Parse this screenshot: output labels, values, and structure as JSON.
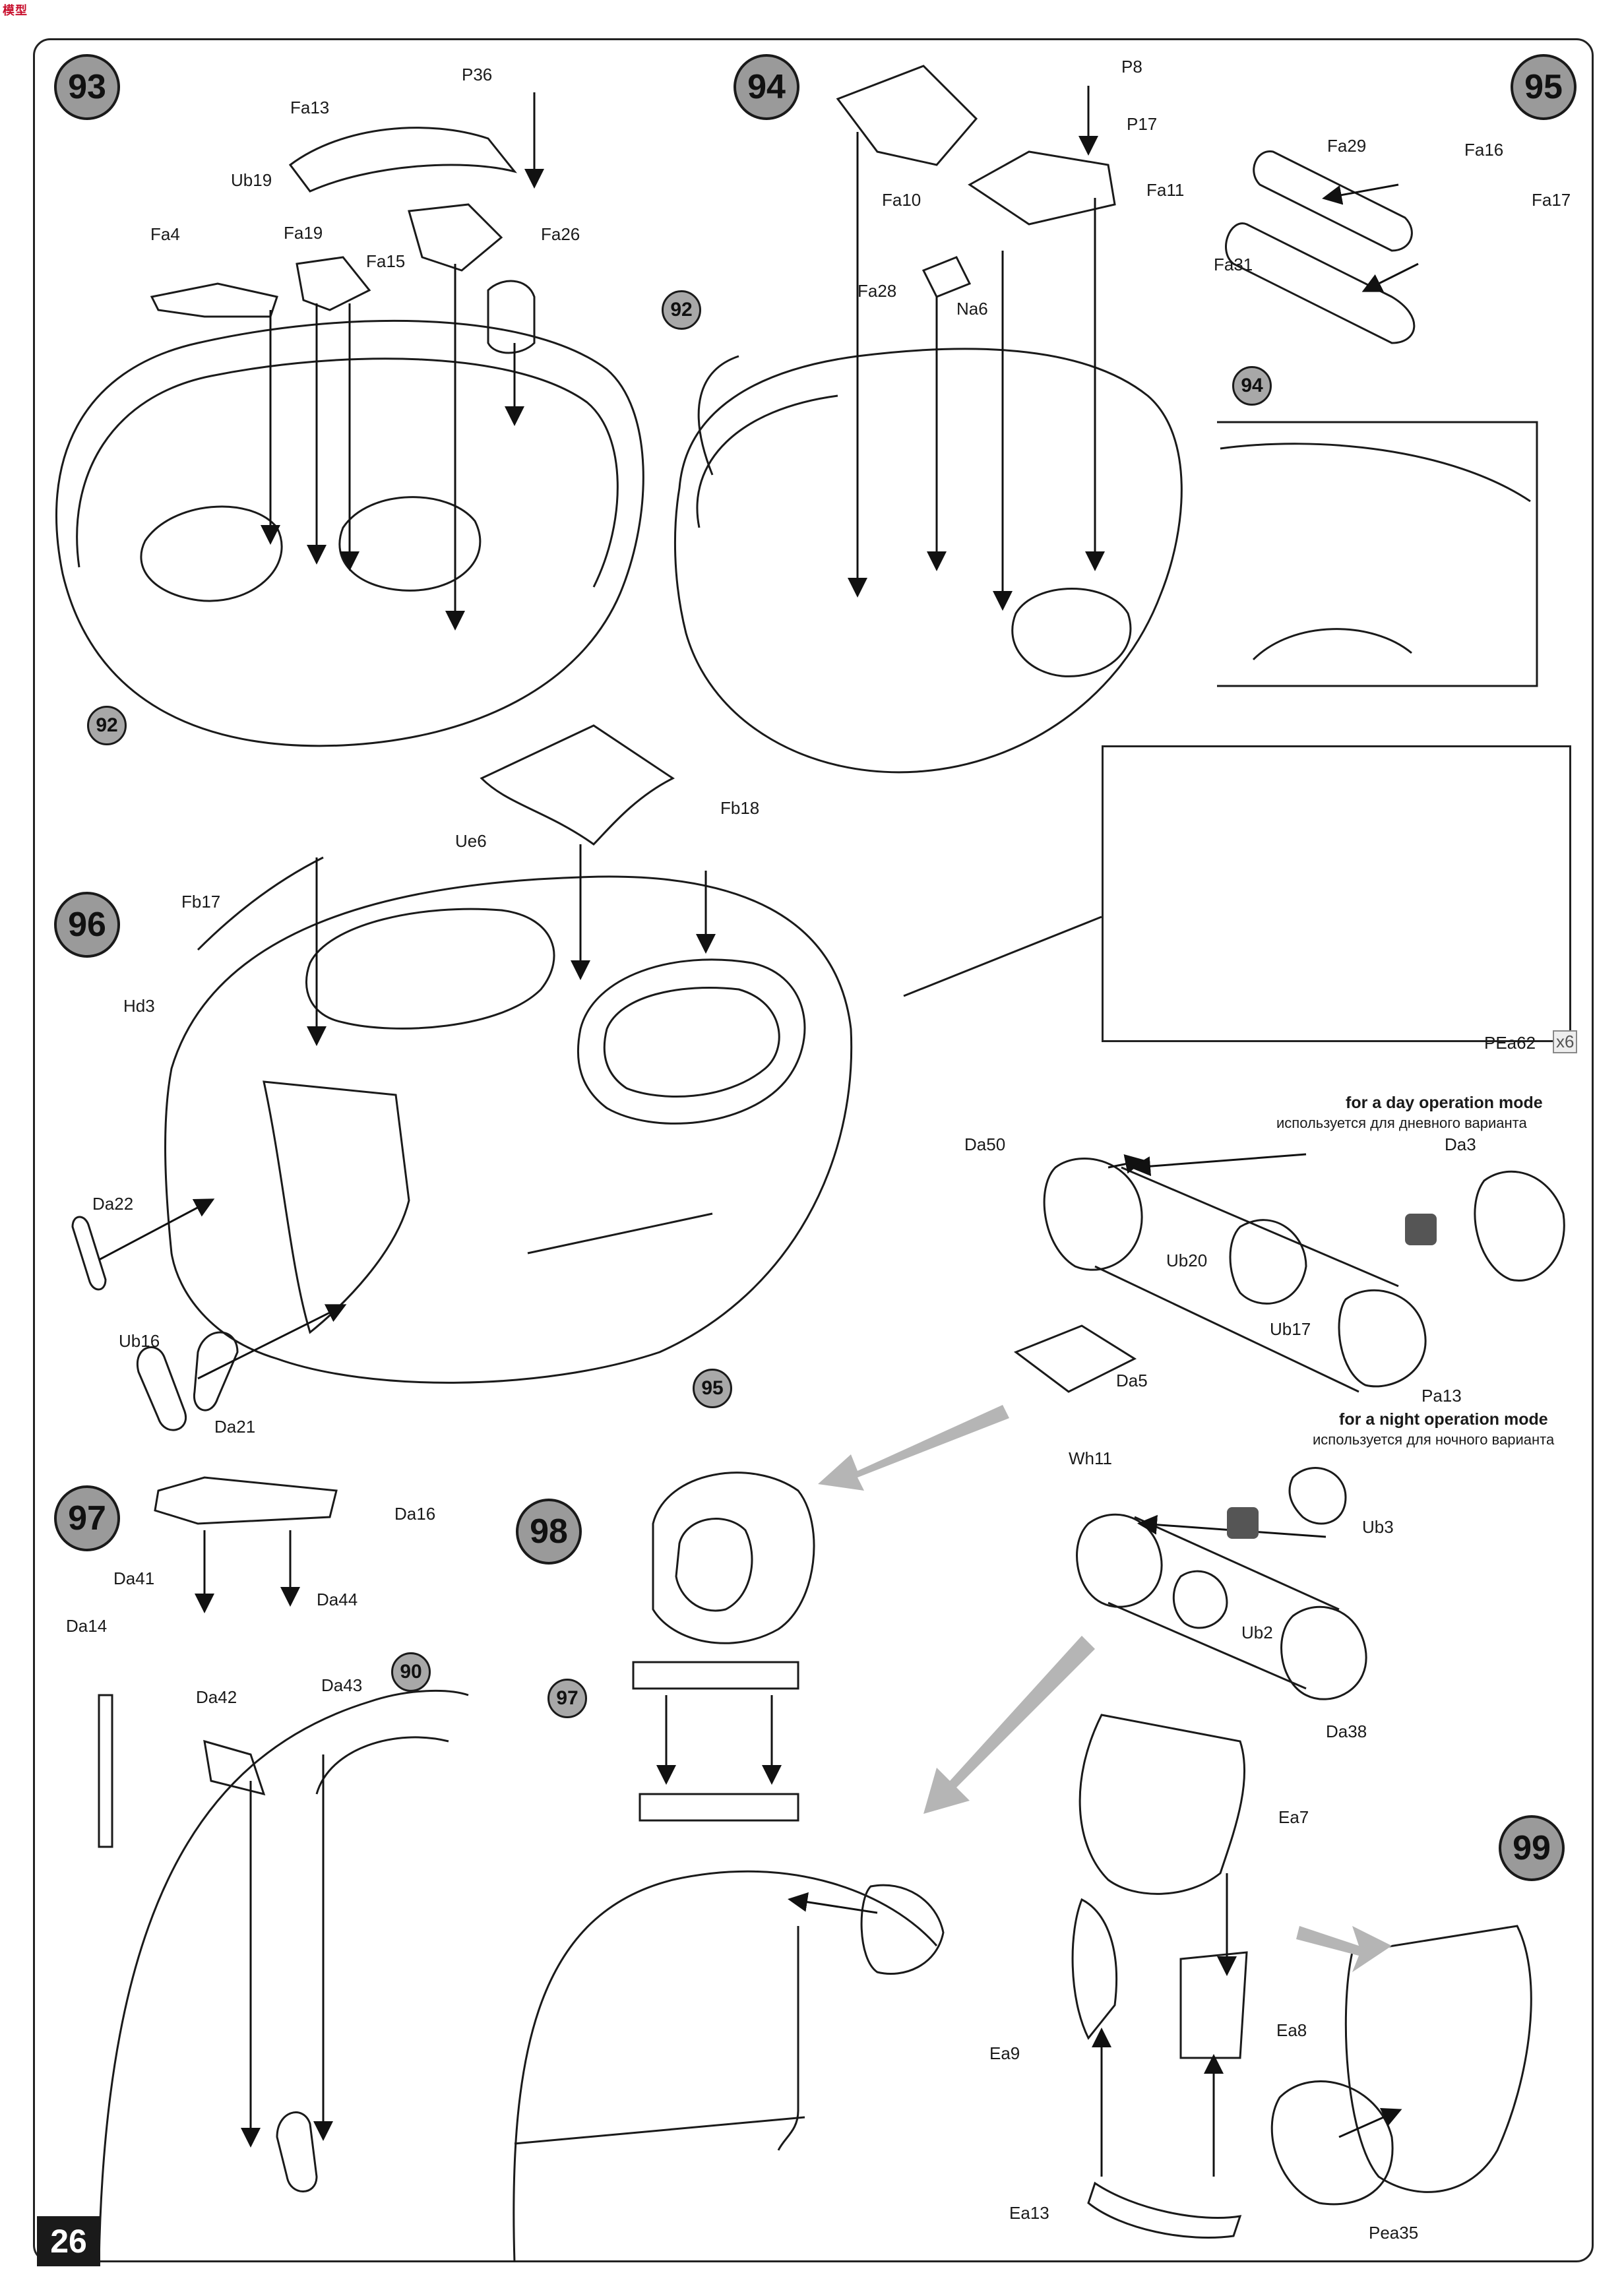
{
  "header": {
    "logo_line1": "模型",
    "logo_line2": ""
  },
  "page": {
    "number": "26"
  },
  "steps": {
    "s93": "93",
    "s94": "94",
    "s95": "95",
    "s96": "96",
    "s97": "97",
    "s98": "98",
    "s99": "99"
  },
  "refs": {
    "r92a": "92",
    "r92b": "92",
    "r94": "94",
    "r95": "95",
    "r90": "90",
    "r97": "97"
  },
  "labels": {
    "P36": "P36",
    "Fa13": "Fa13",
    "Ub19": "Ub19",
    "Fa4": "Fa4",
    "Fa19": "Fa19",
    "Fa15": "Fa15",
    "Fa26": "Fa26",
    "P8": "P8",
    "P17": "P17",
    "Fa10": "Fa10",
    "Fa11": "Fa11",
    "Fa28": "Fa28",
    "Na6": "Na6",
    "Fa29": "Fa29",
    "Fa16": "Fa16",
    "Fa17": "Fa17",
    "Fa31": "Fa31",
    "Ue6": "Ue6",
    "Fb18": "Fb18",
    "Fb17": "Fb17",
    "Hd3": "Hd3",
    "Da22": "Da22",
    "Ub16": "Ub16",
    "Da21": "Da21",
    "PEa62": "PEa62",
    "x6": "x6",
    "Da50": "Da50",
    "Ub20": "Ub20",
    "Ub17": "Ub17",
    "Da5": "Da5",
    "Pa13": "Pa13",
    "Da3": "Da3",
    "Wh11": "Wh11",
    "Ub3": "Ub3",
    "Ub2": "Ub2",
    "Da38": "Da38",
    "Da16": "Da16",
    "Da41": "Da41",
    "Da44": "Da44",
    "Da14": "Da14",
    "Da42": "Da42",
    "Da43": "Da43",
    "Ea7": "Ea7",
    "Ea9": "Ea9",
    "Ea8": "Ea8",
    "Ea13": "Ea13",
    "Pea35": "Pea35"
  },
  "notes": {
    "day_en": "for a day operation mode",
    "day_ru": "используется для дневного варианта",
    "night_en": "for a night operation mode",
    "night_ru": "используется для ночного варианта"
  },
  "icons": [
    "swap-arrows-icon",
    "direction-arrow-icon"
  ],
  "colors": {
    "step_fill": "#9a9a9a",
    "arrow_fill": "#b5b5b5",
    "line": "#1a1a1a"
  }
}
